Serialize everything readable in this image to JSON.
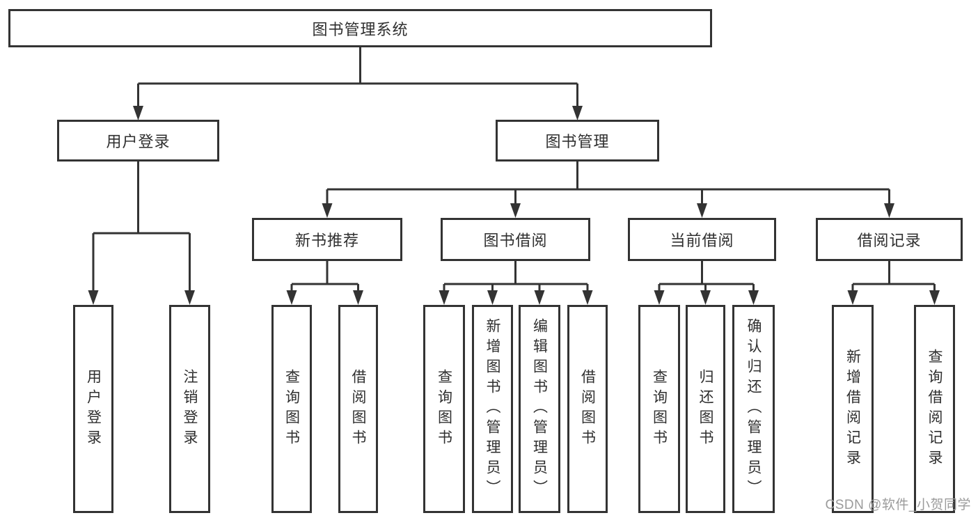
{
  "diagram": {
    "root": {
      "label": "图书管理系统"
    },
    "branches": [
      {
        "label": "用户登录",
        "children": [
          {
            "label": "用户登录"
          },
          {
            "label": "注销登录"
          }
        ]
      },
      {
        "label": "图书管理",
        "children": [
          {
            "label": "新书推荐",
            "children": [
              {
                "label": "查询图书"
              },
              {
                "label": "借阅图书"
              }
            ]
          },
          {
            "label": "图书借阅",
            "children": [
              {
                "label": "查询图书"
              },
              {
                "label": "新增图书（管理员）"
              },
              {
                "label": "编辑图书（管理员）"
              },
              {
                "label": "借阅图书"
              }
            ]
          },
          {
            "label": "当前借阅",
            "children": [
              {
                "label": "查询图书"
              },
              {
                "label": "归还图书"
              },
              {
                "label": "确认归还（管理员）"
              }
            ]
          },
          {
            "label": "借阅记录",
            "children": [
              {
                "label": "新增借阅记录"
              },
              {
                "label": "查询借阅记录"
              }
            ]
          }
        ]
      }
    ]
  },
  "watermark": {
    "text": "CSDN @软件_小贺同学"
  },
  "colors": {
    "line": "#333333",
    "box_border": "#333333",
    "box_fill": "#ffffff",
    "text": "#2f2f2f",
    "watermark": "#9b9b9b"
  }
}
